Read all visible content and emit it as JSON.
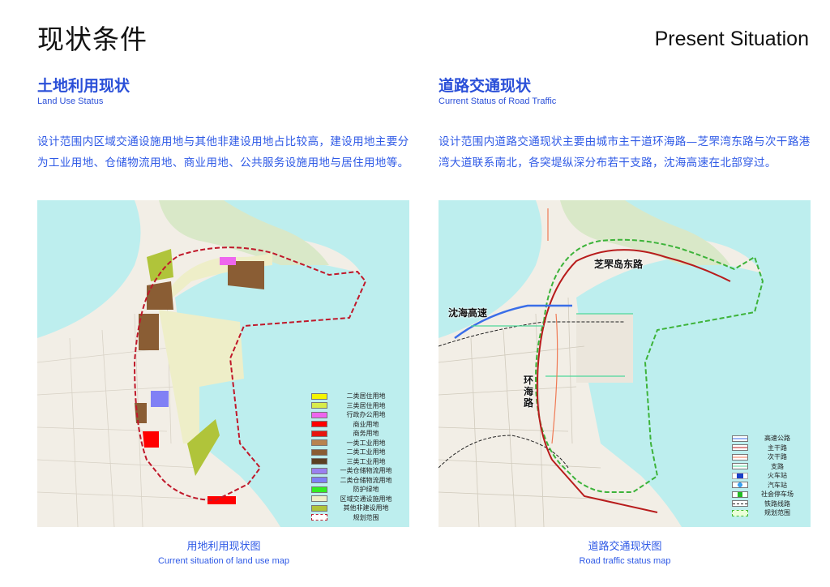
{
  "header": {
    "title_zh": "现状条件",
    "title_en": "Present Situation"
  },
  "sections": [
    {
      "title_zh": "土地利用现状",
      "title_en": "Land Use Status",
      "body": "设计范围内区域交通设施用地与其他非建设用地占比较高，建设用地主要分为工业用地、仓储物流用地、商业用地、公共服务设施用地与居住用地等。"
    },
    {
      "title_zh": "道路交通现状",
      "title_en": "Current Status of Road Traffic",
      "body": "设计范围内道路交通现状主要由城市主干道环海路—芝罘湾东路与次干路港湾大道联系南北，各突堤纵深分布若干支路，沈海高速在北部穿过。"
    }
  ],
  "maps": {
    "land_use": {
      "caption_zh": "用地利用现状图",
      "caption_en": "Current situation of land use map",
      "legend": [
        {
          "label": "二类居住用地",
          "color": "#f5f500"
        },
        {
          "label": "三类居住用地",
          "color": "#d8ec4a"
        },
        {
          "label": "行政办公用地",
          "color": "#ee66ee"
        },
        {
          "label": "商业用地",
          "color": "#ff0000"
        },
        {
          "label": "商务用地",
          "color": "#e8150f"
        },
        {
          "label": "一类工业用地",
          "color": "#b8834f"
        },
        {
          "label": "二类工业用地",
          "color": "#8a5d34"
        },
        {
          "label": "三类工业用地",
          "color": "#5a3f22"
        },
        {
          "label": "一类仓储物流用地",
          "color": "#9a80f0"
        },
        {
          "label": "二类仓储物流用地",
          "color": "#8080f5"
        },
        {
          "label": "防护绿地",
          "color": "#33ee22"
        },
        {
          "label": "区域交通设施用地",
          "color": "#eeeec8"
        },
        {
          "label": "其他非建设用地",
          "color": "#b0c43a"
        },
        {
          "label": "规划范围",
          "color": "#c0182a",
          "dashed": true
        }
      ]
    },
    "road_traffic": {
      "caption_zh": "道路交通现状图",
      "caption_en": "Road traffic status map",
      "labels": {
        "zhifu_road": "芝罘岛东路",
        "shenhai_expressway": "沈海高速",
        "huanhai_road": "环海路"
      },
      "legend": [
        {
          "label": "高速公路",
          "color": "#3a6ee8",
          "type": "arrow"
        },
        {
          "label": "主干路",
          "color": "#b81c1c",
          "type": "arrow"
        },
        {
          "label": "次干路",
          "color": "#f07a55",
          "type": "arrow"
        },
        {
          "label": "支路",
          "color": "#4ed89a",
          "type": "arrow"
        },
        {
          "label": "火车站",
          "color": "#1a3fc8",
          "type": "train"
        },
        {
          "label": "汽车站",
          "color": "#3aa0f0",
          "type": "bus"
        },
        {
          "label": "社会停车场",
          "color": "#22bb22",
          "type": "parking"
        },
        {
          "label": "铁路线路",
          "color": "#222222",
          "type": "rail"
        },
        {
          "label": "规划范围",
          "color": "#44bb33",
          "type": "dashed"
        }
      ]
    }
  },
  "colors": {
    "accent": "#2f5ae6",
    "sea": "#bdeeee",
    "land": "#f2eee6",
    "boundary_red": "#c0182a",
    "boundary_green": "#3db33a"
  }
}
